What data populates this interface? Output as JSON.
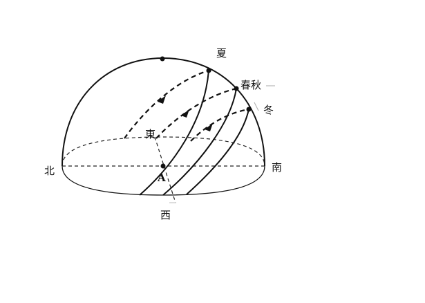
{
  "labels": {
    "summer": "夏",
    "equinox": "春秋",
    "winter": "冬",
    "east": "東",
    "west": "西",
    "north": "北",
    "south": "南",
    "observer": "A"
  }
}
